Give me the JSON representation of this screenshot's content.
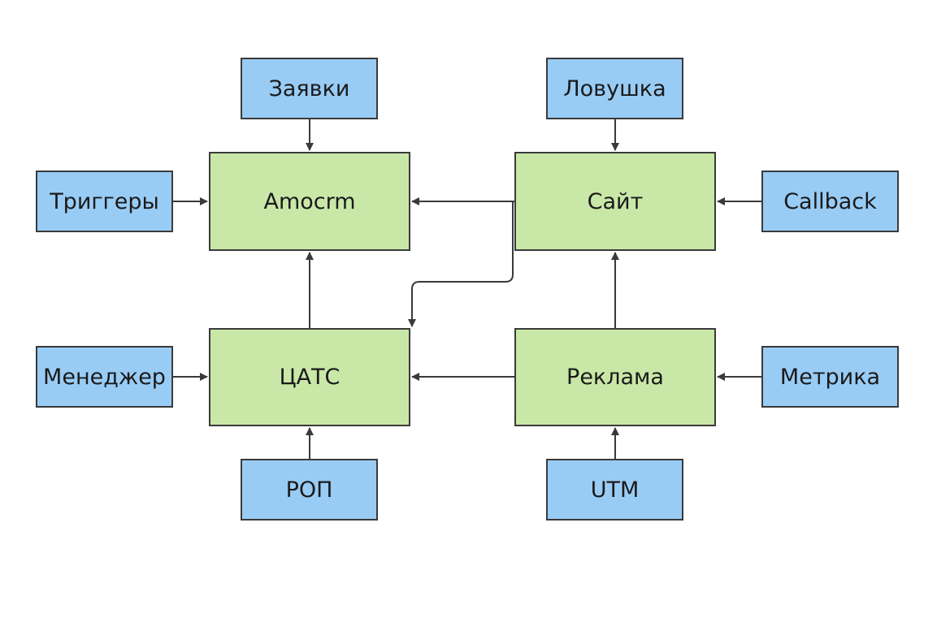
{
  "nodes": {
    "zayavki": "Заявки",
    "lovushka": "Ловушка",
    "triggery": "Триггеры",
    "amocrm": "Amocrm",
    "sait": "Сайт",
    "callback": "Callback",
    "menedzher": "Менеджер",
    "tsats": "ЦАТС",
    "reklama": "Реклама",
    "metrika": "Метрика",
    "rop": "РОП",
    "utm": "UTM"
  },
  "edges": [
    {
      "from": "Заявки",
      "to": "Amocrm"
    },
    {
      "from": "Триггеры",
      "to": "Amocrm"
    },
    {
      "from": "Сайт",
      "to": "Amocrm"
    },
    {
      "from": "ЦАТС",
      "to": "Amocrm"
    },
    {
      "from": "Ловушка",
      "to": "Сайт"
    },
    {
      "from": "Callback",
      "to": "Сайт"
    },
    {
      "from": "Реклама",
      "to": "Сайт"
    },
    {
      "from": "Сайт",
      "to": "ЦАТС"
    },
    {
      "from": "Менеджер",
      "to": "ЦАТС"
    },
    {
      "from": "Реклама",
      "to": "ЦАТС"
    },
    {
      "from": "РОП",
      "to": "ЦАТС"
    },
    {
      "from": "Метрика",
      "to": "Реклама"
    },
    {
      "from": "UTM",
      "to": "Реклама"
    }
  ],
  "colors": {
    "source_fill": "#99ccf5",
    "core_fill": "#c9e8a8",
    "border": "#3a3a3a",
    "edge": "#3a3a3a"
  }
}
